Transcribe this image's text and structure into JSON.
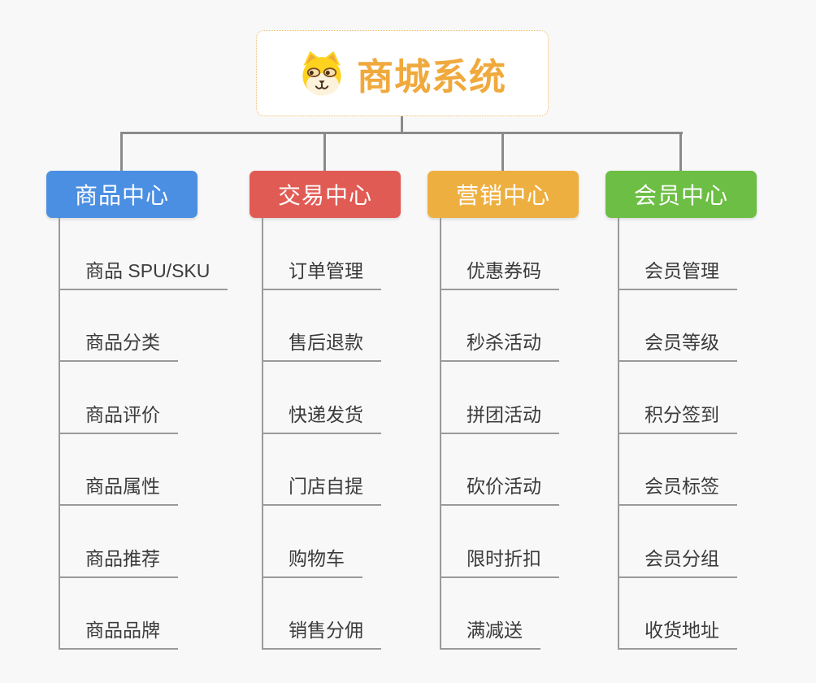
{
  "page": {
    "background_color": "#f8f8f8",
    "connector_color": "#8a8a8a",
    "underline_color": "#9a9a9a"
  },
  "root": {
    "title": "商城系统",
    "icon": "dog-face-icon",
    "title_color": "#f0a93c",
    "border_color": "#efbd6e"
  },
  "branches": [
    {
      "label": "商品中心",
      "color": "#4b8fe2",
      "items": [
        "商品 SPU/SKU",
        "商品分类",
        "商品评价",
        "商品属性",
        "商品推荐",
        "商品品牌"
      ]
    },
    {
      "label": "交易中心",
      "color": "#e15b55",
      "items": [
        "订单管理",
        "售后退款",
        "快递发货",
        "门店自提",
        "购物车",
        "销售分佣"
      ]
    },
    {
      "label": "营销中心",
      "color": "#eeaf41",
      "items": [
        "优惠券码",
        "秒杀活动",
        "拼团活动",
        "砍价活动",
        "限时折扣",
        "满减送"
      ]
    },
    {
      "label": "会员中心",
      "color": "#6cbe44",
      "items": [
        "会员管理",
        "会员等级",
        "积分签到",
        "会员标签",
        "会员分组",
        "收货地址"
      ]
    }
  ]
}
